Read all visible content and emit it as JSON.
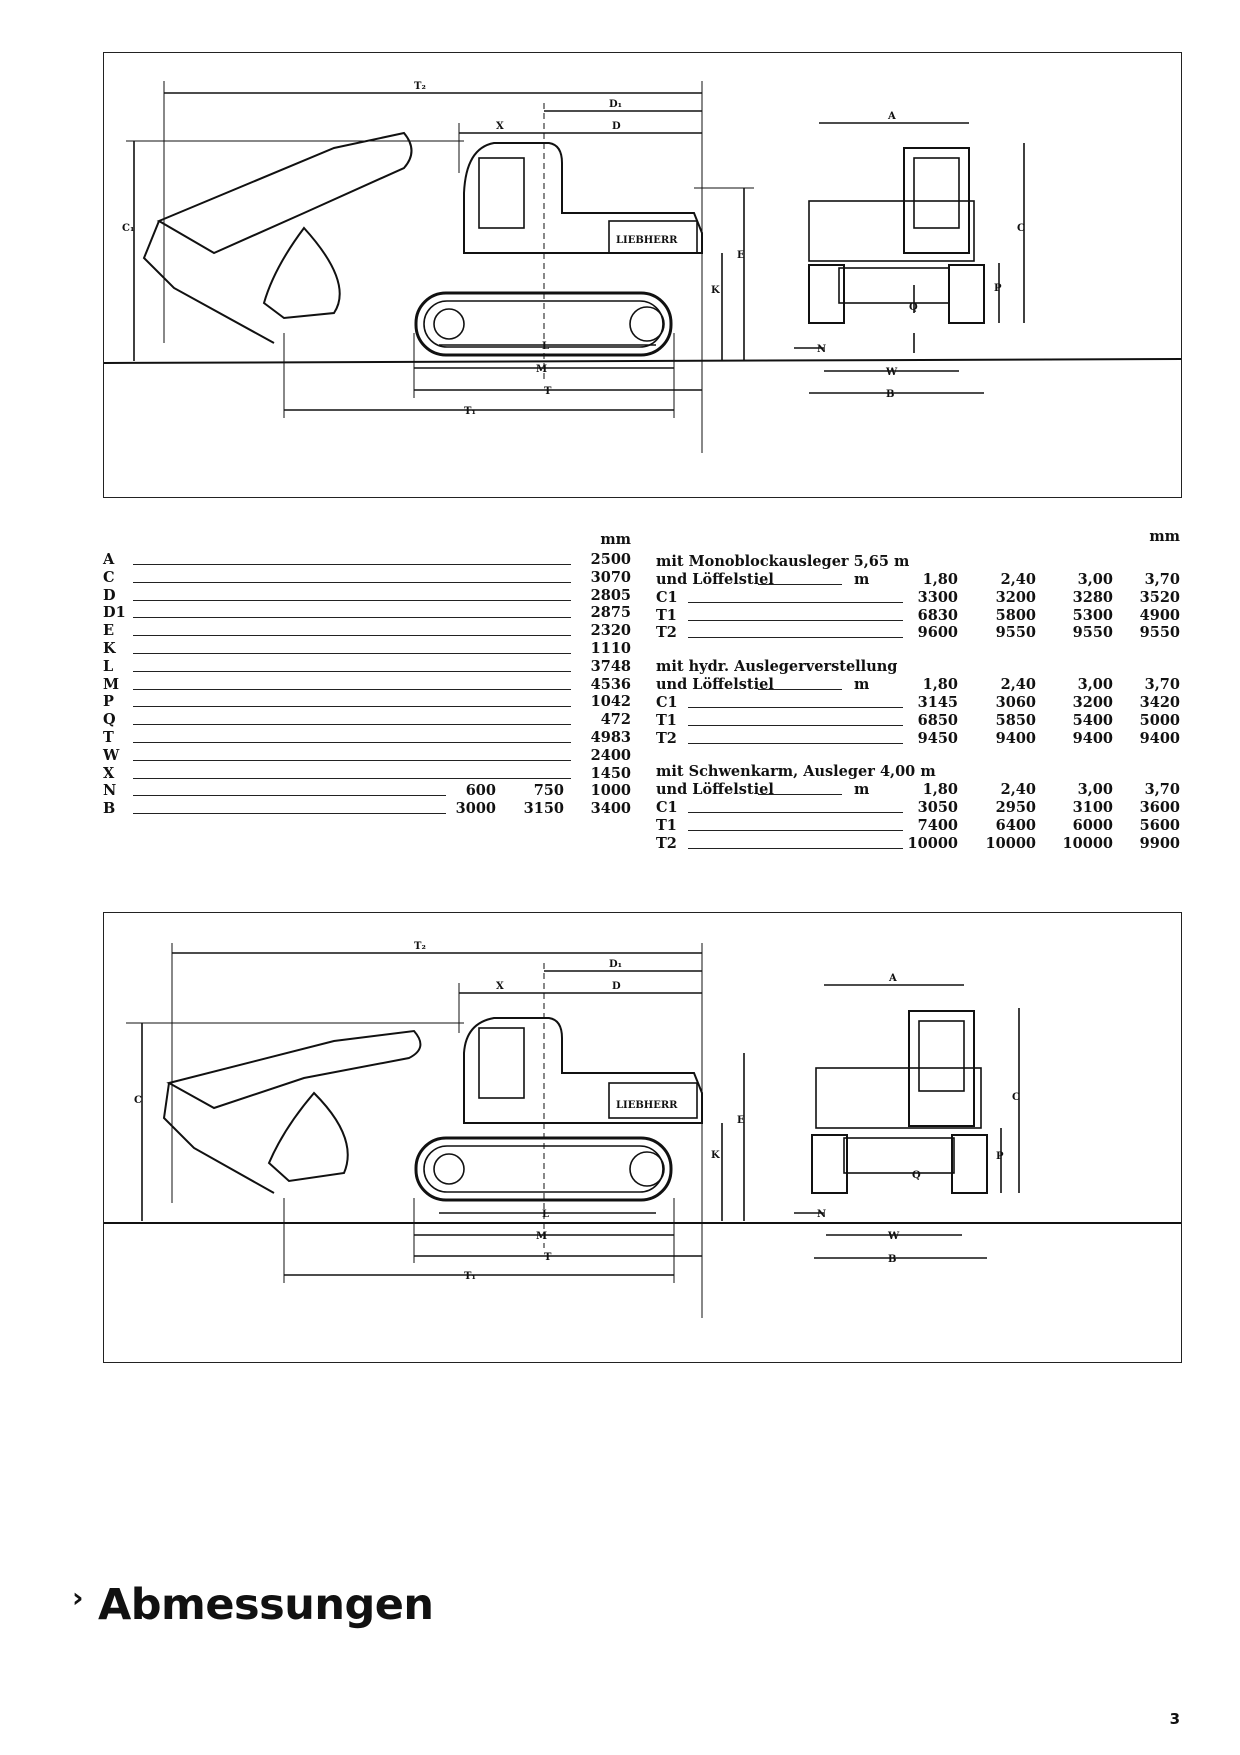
{
  "title": "Abmessungen",
  "page_number": "3",
  "drawing_labels": {
    "T2": "T₂",
    "D1": "D₁",
    "D": "D",
    "X": "X",
    "A": "A",
    "C1": "C₁",
    "C": "C",
    "E": "E",
    "K": "K",
    "P": "P",
    "Q": "Q",
    "L": "L",
    "M": "M",
    "T": "T",
    "T1": "T₁",
    "N": "N",
    "W": "W",
    "B": "B",
    "brand": "LIEBHERR"
  },
  "dimensions": {
    "unit": "mm",
    "rows": [
      {
        "key": "A",
        "value": "2500"
      },
      {
        "key": "C",
        "value": "3070"
      },
      {
        "key": "D",
        "value": "2805"
      },
      {
        "key": "D1",
        "value": "2875"
      },
      {
        "key": "E",
        "value": "2320"
      },
      {
        "key": "K",
        "value": "1110"
      },
      {
        "key": "L",
        "value": "3748"
      },
      {
        "key": "M",
        "value": "4536"
      },
      {
        "key": "P",
        "value": "1042"
      },
      {
        "key": "Q",
        "value": "472"
      },
      {
        "key": "T",
        "value": "4983"
      },
      {
        "key": "W",
        "value": "2400"
      },
      {
        "key": "X",
        "value": "1450"
      }
    ],
    "multi_rows": [
      {
        "key": "N",
        "values": [
          "600",
          "750",
          "1000"
        ]
      },
      {
        "key": "B",
        "values": [
          "3000",
          "3150",
          "3400"
        ]
      }
    ]
  },
  "variants": {
    "unit": "mm",
    "sections": [
      {
        "heading": "mit Monoblockausleger 5,65 m",
        "stiel_label": "und Löffelstiel",
        "stiel_unit": "m",
        "stiel_values": [
          "1,80",
          "2,40",
          "3,00",
          "3,70"
        ],
        "rows": [
          {
            "key": "C1",
            "values": [
              "3300",
              "3200",
              "3280",
              "3520"
            ]
          },
          {
            "key": "T1",
            "values": [
              "6830",
              "5800",
              "5300",
              "4900"
            ]
          },
          {
            "key": "T2",
            "values": [
              "9600",
              "9550",
              "9550",
              "9550"
            ]
          }
        ]
      },
      {
        "heading": "mit hydr. Auslegerverstellung",
        "stiel_label": "und Löffelstiel",
        "stiel_unit": "m",
        "stiel_values": [
          "1,80",
          "2,40",
          "3,00",
          "3,70"
        ],
        "rows": [
          {
            "key": "C1",
            "values": [
              "3145",
              "3060",
              "3200",
              "3420"
            ]
          },
          {
            "key": "T1",
            "values": [
              "6850",
              "5850",
              "5400",
              "5000"
            ]
          },
          {
            "key": "T2",
            "values": [
              "9450",
              "9400",
              "9400",
              "9400"
            ]
          }
        ]
      },
      {
        "heading": "mit Schwenkarm, Ausleger 4,00 m",
        "stiel_label": "und Löffelstiel",
        "stiel_unit": "m",
        "stiel_values": [
          "1,80",
          "2,40",
          "3,00",
          "3,70"
        ],
        "rows": [
          {
            "key": "C1",
            "values": [
              "3050",
              "2950",
              "3100",
              "3600"
            ]
          },
          {
            "key": "T1",
            "values": [
              "7400",
              "6400",
              "6000",
              "5600"
            ]
          },
          {
            "key": "T2",
            "values": [
              "10000",
              "10000",
              "10000",
              "9900"
            ]
          }
        ]
      }
    ]
  }
}
